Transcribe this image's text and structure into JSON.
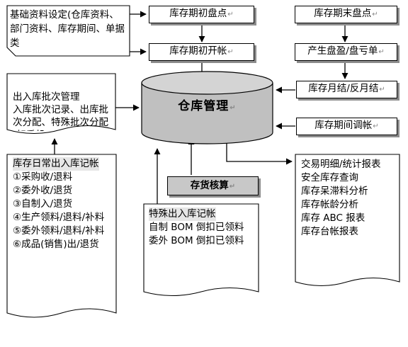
{
  "center": {
    "label": "仓库管理"
  },
  "setup": {
    "text": "基础资料设定(仓库资料、部门资料、库存期间、单据类"
  },
  "opening": {
    "label": "库存期初盘点"
  },
  "open_account": {
    "label": "库存期初开帐"
  },
  "end_count": {
    "label": "库存期末盘点"
  },
  "gain_loss": {
    "label": "产生盘盈/盘亏单"
  },
  "monthly": {
    "label": "库存月结/反月结"
  },
  "period_adjust": {
    "label": "库存期间调帐"
  },
  "batch": {
    "text": "出入库批次管理\n入库批次记录、出库批次分配、特殊批次分配(如手机."
  },
  "daily": {
    "title": "库存日常出入库记帐",
    "items": [
      "①采购收/退料",
      "②委外收/退货",
      "③自制入/退货",
      "④生产领料/退料/补料",
      "⑤委外领料/退料/补料",
      "⑥成品(销售)出/退货"
    ]
  },
  "valuation": {
    "label": "存货核算"
  },
  "special": {
    "title": "特殊出入库记帐",
    "items": [
      "自制 BOM 倒扣已领料",
      "委外 BOM 倒扣已领料"
    ]
  },
  "reports": {
    "title": "交易明细/统计报表",
    "items": [
      "安全库存查询",
      "库存呆滞料分析",
      "库存帐龄分析",
      "库存 ABC 报表",
      "库存台帐报表"
    ]
  },
  "mark": "↵"
}
